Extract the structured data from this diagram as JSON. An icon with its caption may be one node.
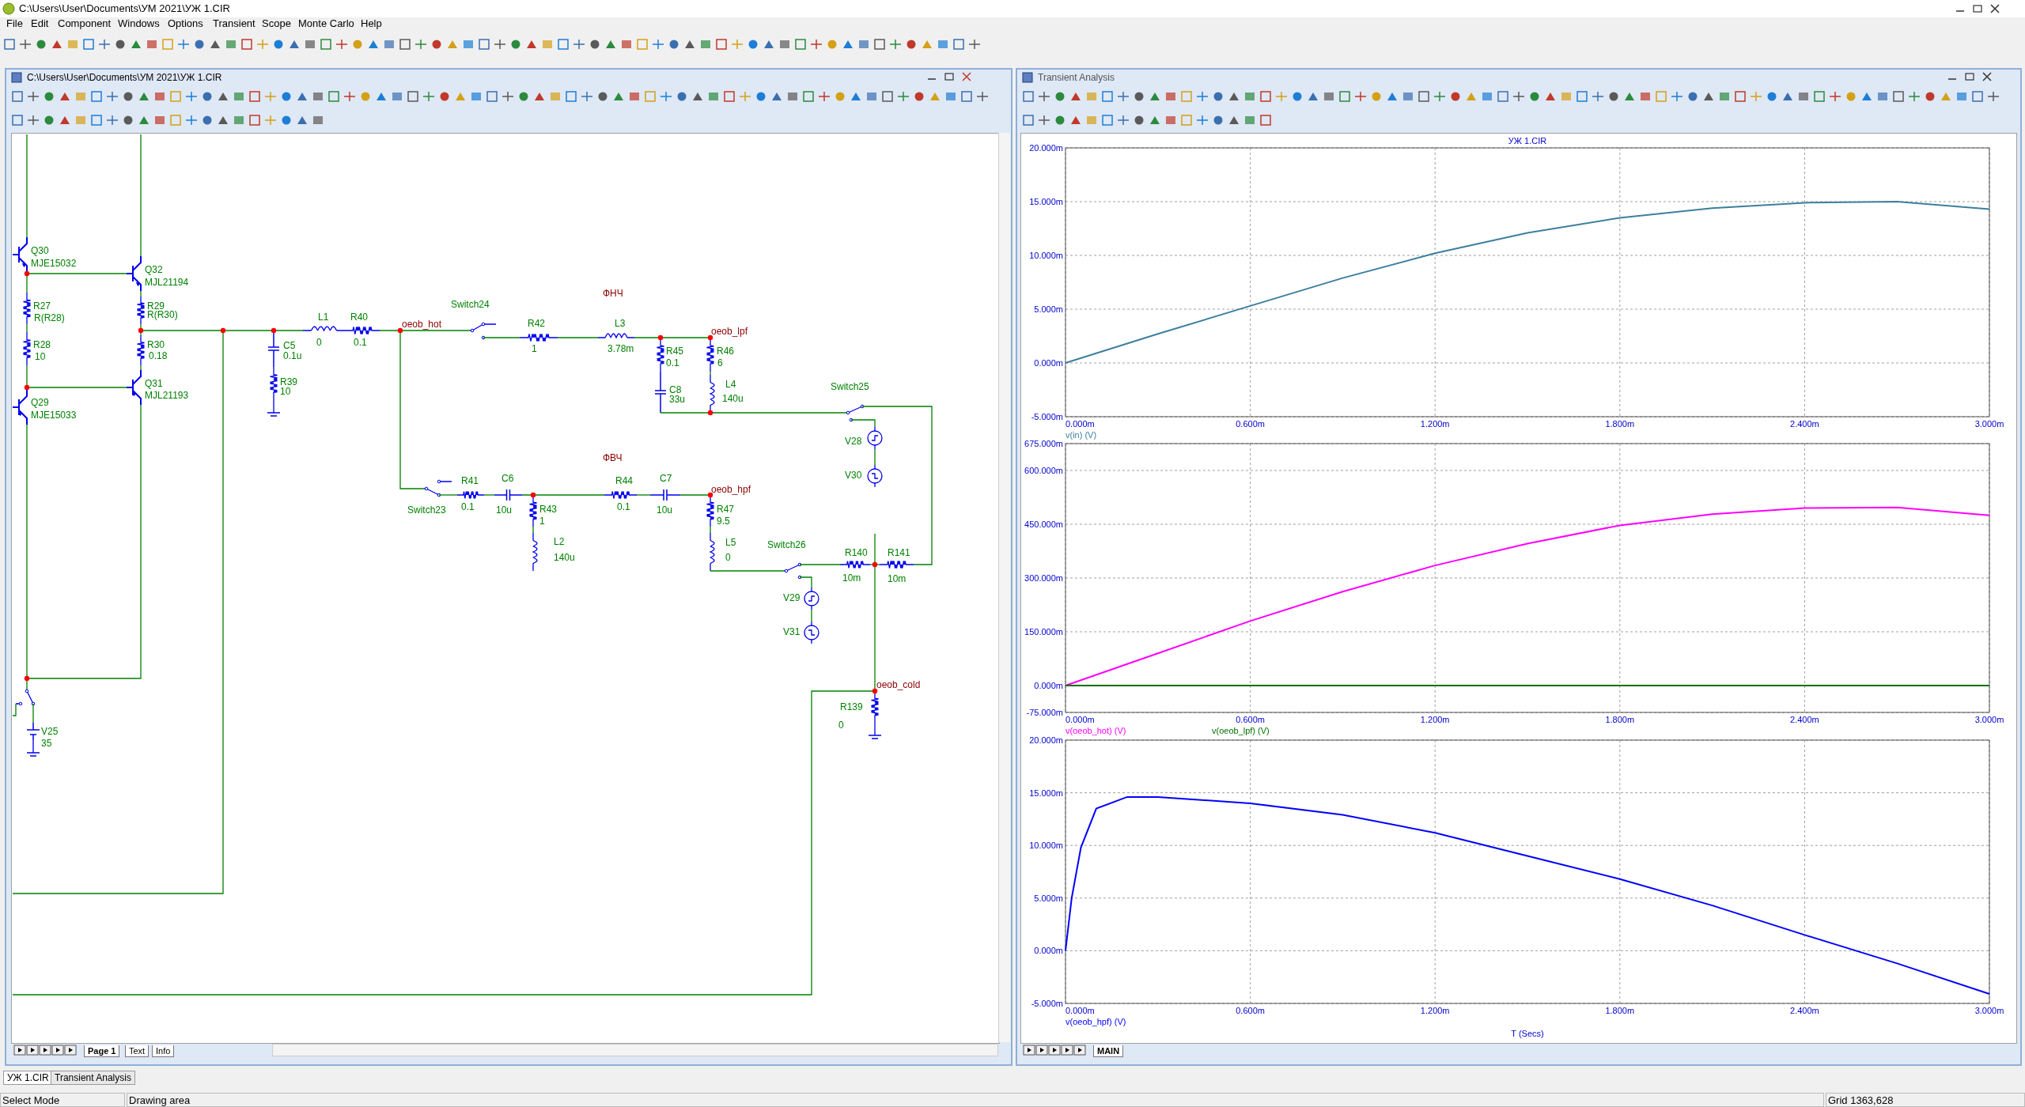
{
  "diagram": {
    "title": "C:\\Users\\User\\Documents\\УМ 2021\\УЖ 1.CIR",
    "nodes": [
      {
        "text": [
          "C:\\Users\\User\\Documents\\УМ 2021\\УЖ 1.CIR"
        ]
      },
      {
        "text": [
          "Transient Analysis"
        ]
      }
    ],
    "labels": [
      "File",
      "Edit",
      "Component",
      "Windows",
      "Options",
      "Transient",
      "Scope",
      "Monte Carlo",
      "Help",
      "Q30",
      "MJE15032",
      "Q32",
      "MJL21194",
      "R27",
      "R(R28)",
      "R29",
      "R(R30)",
      "R28",
      "10",
      "R30",
      "0.18",
      "Q31",
      "MJL21193",
      "Q29",
      "MJE15033",
      "C5",
      "0.1u",
      "R39",
      "10",
      "L1",
      "0",
      "R40",
      "0.1",
      "oeob_hot",
      "Switch24",
      "ФНЧ",
      "R42",
      "1",
      "L3",
      "3.78m",
      "R45",
      "0.1",
      "oeob_lpf",
      "R46",
      "6",
      "C8",
      "33u",
      "L4",
      "140u",
      "Switch25",
      "V28",
      "V30",
      "ФВЧ",
      "R41",
      "0.1",
      "C6",
      "10u",
      "R43",
      "1",
      "L2",
      "140u",
      "Switch23",
      "R44",
      "0.1",
      "C7",
      "10u",
      "oeob_hpf",
      "R47",
      "9.5",
      "L5",
      "0",
      "Switch26",
      "R140",
      "10m",
      "R141",
      "10m",
      "V29",
      "V31",
      "oeob_cold",
      "R139",
      "0",
      "V25",
      "35",
      "Page 1",
      "Text",
      "Info",
      "MAIN",
      "УЖ 1.CIR",
      "Transient Analysis",
      "Select Mode",
      "Drawing area",
      "Grid 1363,628"
    ],
    "chart_data": [
      {
        "type": "line",
        "grid": true,
        "title": "УЖ 1.CIR",
        "x": [
          0,
          0.3,
          0.6,
          0.9,
          1.2,
          1.5,
          1.8,
          2.1,
          2.4,
          2.7,
          3
        ],
        "series": [
          {
            "name": "v(in) (V)",
            "color": "#3d7f9e",
            "values": [
              0,
              2.7,
              5.3,
              7.9,
              10.2,
              12.1,
              13.5,
              14.4,
              14.9,
              15,
              14.3
            ]
          }
        ],
        "xlim": [
          0,
          3
        ],
        "ylim": [
          -5,
          20
        ],
        "xticks": [
          {
            "value": 0,
            "label": "0.000m"
          },
          {
            "value": 0.6,
            "label": "0.600m"
          },
          {
            "value": 1.2,
            "label": "1.200m"
          },
          {
            "value": 1.8,
            "label": "1.800m"
          },
          {
            "value": 2.4,
            "label": "2.400m"
          },
          {
            "value": 3,
            "label": "3.000m"
          }
        ],
        "yticks": [
          {
            "value": -5,
            "label": "-5.000m"
          },
          {
            "value": 0,
            "label": "0.000m"
          },
          {
            "value": 5,
            "label": "5.000m"
          },
          {
            "value": 10,
            "label": "10.000m"
          },
          {
            "value": 15,
            "label": "15.000m"
          },
          {
            "value": 20,
            "label": "20.000m"
          }
        ]
      },
      {
        "type": "line",
        "grid": true,
        "x": [
          0,
          0.3,
          0.6,
          0.9,
          1.2,
          1.5,
          1.8,
          2.1,
          2.4,
          2.7,
          3
        ],
        "series": [
          {
            "name": "v(oeob_hot) (V)",
            "color": "#ff00ff",
            "values": [
              0,
              90,
              180,
              262,
              335,
              396,
              447,
              478,
              495,
              497,
              475
            ]
          },
          {
            "name": "v(oeob_lpf) (V)",
            "color": "#007000",
            "values": [
              0,
              0,
              0,
              0,
              0,
              0,
              0,
              0,
              0,
              0,
              0
            ]
          }
        ],
        "xlim": [
          0,
          3
        ],
        "ylim": [
          -75,
          675
        ],
        "xticks": [
          {
            "value": 0,
            "label": "0.000m"
          },
          {
            "value": 0.6,
            "label": "0.600m"
          },
          {
            "value": 1.2,
            "label": "1.200m"
          },
          {
            "value": 1.8,
            "label": "1.800m"
          },
          {
            "value": 2.4,
            "label": "2.400m"
          },
          {
            "value": 3,
            "label": "3.000m"
          }
        ],
        "yticks": [
          {
            "value": -75,
            "label": "-75.000m"
          },
          {
            "value": 0,
            "label": "0.000m"
          },
          {
            "value": 150,
            "label": "150.000m"
          },
          {
            "value": 300,
            "label": "300.000m"
          },
          {
            "value": 450,
            "label": "450.000m"
          },
          {
            "value": 600,
            "label": "600.000m"
          },
          {
            "value": 675,
            "label": "675.000m"
          }
        ]
      },
      {
        "type": "line",
        "grid": true,
        "xlabel": "T (Secs)",
        "x": [
          0,
          0.02,
          0.05,
          0.1,
          0.2,
          0.3,
          0.6,
          0.9,
          1.2,
          1.5,
          1.8,
          2.1,
          2.4,
          2.7,
          3
        ],
        "series": [
          {
            "name": "v(oeob_hpf) (V)",
            "color": "#0000ff",
            "values": [
              0,
              5,
              9.8,
              13.5,
              14.6,
              14.6,
              14,
              12.9,
              11.2,
              9,
              6.8,
              4.3,
              1.5,
              -1.2,
              -4.1
            ]
          }
        ],
        "xlim": [
          0,
          3
        ],
        "ylim": [
          -5,
          20
        ],
        "xticks": [
          {
            "value": 0,
            "label": "0.000m"
          },
          {
            "value": 0.6,
            "label": "0.600m"
          },
          {
            "value": 1.2,
            "label": "1.200m"
          },
          {
            "value": 1.8,
            "label": "1.800m"
          },
          {
            "value": 2.4,
            "label": "2.400m"
          },
          {
            "value": 3,
            "label": "3.000m"
          }
        ],
        "yticks": [
          {
            "value": -5,
            "label": "-5.000m"
          },
          {
            "value": 0,
            "label": "0.000m"
          },
          {
            "value": 5,
            "label": "5.000m"
          },
          {
            "value": 10,
            "label": "10.000m"
          },
          {
            "value": 15,
            "label": "15.000m"
          },
          {
            "value": 20,
            "label": "20.000m"
          }
        ]
      }
    ]
  }
}
